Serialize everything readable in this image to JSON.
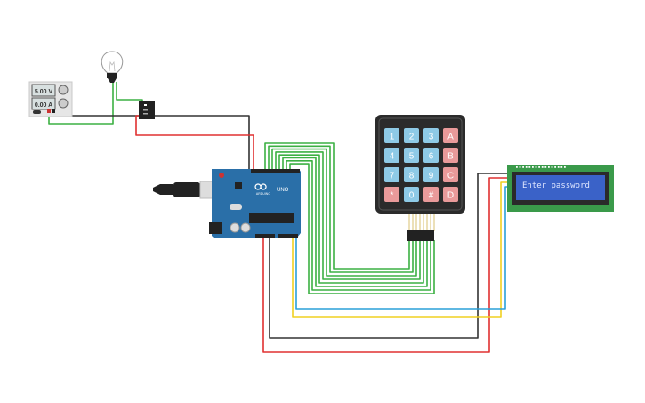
{
  "power_supply": {
    "voltage": "5.00 V",
    "current": "0.00 A"
  },
  "arduino": {
    "model": "UNO",
    "brand": "ARDUINO"
  },
  "keypad": {
    "keys": [
      {
        "label": "1",
        "color": "#8ecae6"
      },
      {
        "label": "2",
        "color": "#8ecae6"
      },
      {
        "label": "3",
        "color": "#8ecae6"
      },
      {
        "label": "A",
        "color": "#e99a9a"
      },
      {
        "label": "4",
        "color": "#8ecae6"
      },
      {
        "label": "5",
        "color": "#8ecae6"
      },
      {
        "label": "6",
        "color": "#8ecae6"
      },
      {
        "label": "B",
        "color": "#e99a9a"
      },
      {
        "label": "7",
        "color": "#8ecae6"
      },
      {
        "label": "8",
        "color": "#8ecae6"
      },
      {
        "label": "9",
        "color": "#8ecae6"
      },
      {
        "label": "C",
        "color": "#e99a9a"
      },
      {
        "label": "*",
        "color": "#e99a9a"
      },
      {
        "label": "0",
        "color": "#8ecae6"
      },
      {
        "label": "#",
        "color": "#e99a9a"
      },
      {
        "label": "D",
        "color": "#e99a9a"
      }
    ]
  },
  "lcd": {
    "text": "Enter password",
    "screen_color": "#3a62c8",
    "text_color": "#dfe6ff"
  },
  "wire_colors": {
    "green": "#3cb043",
    "black": "#333333",
    "red": "#e03030",
    "yellow": "#f0d020",
    "blue": "#2aa0d8"
  }
}
